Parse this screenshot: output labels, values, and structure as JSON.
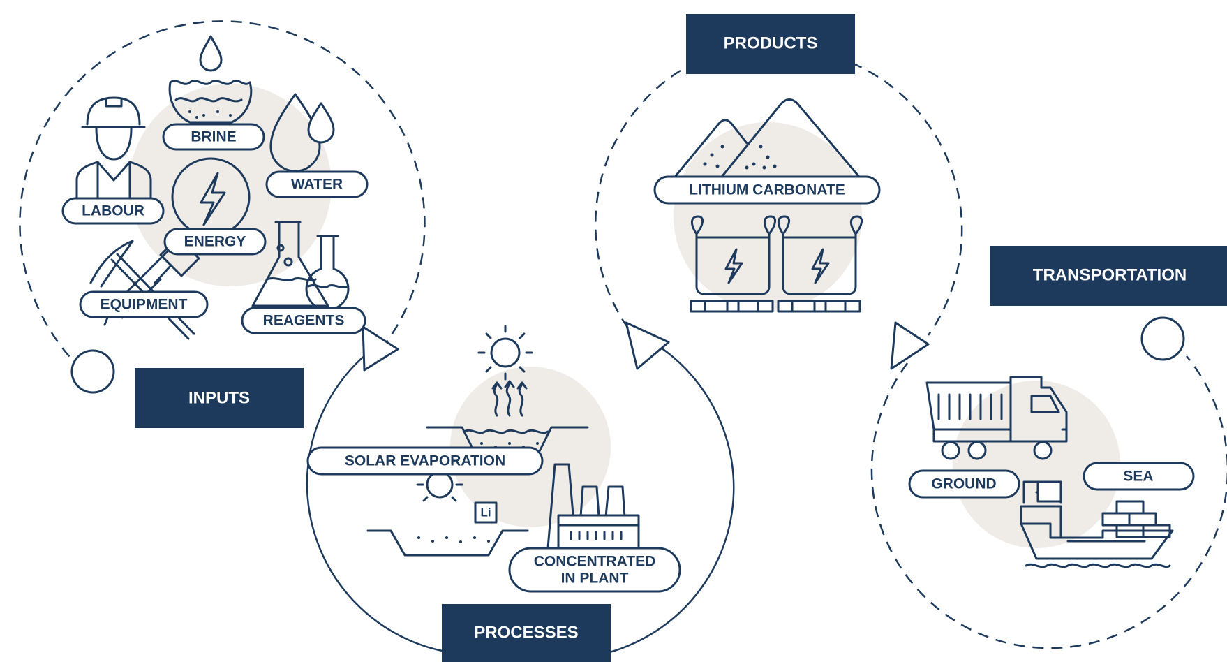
{
  "colors": {
    "navy": "#1d3a5c",
    "beige": "#efebe7",
    "background": "#ffffff"
  },
  "stages": {
    "inputs": "INPUTS",
    "processes": "PROCESSES",
    "products": "PRODUCTS",
    "transportation": "TRANSPORTATION"
  },
  "inputs": {
    "brine": "BRINE",
    "water": "WATER",
    "labour": "LABOUR",
    "energy": "ENERGY",
    "equipment": "EQUIPMENT",
    "reagents": "REAGENTS"
  },
  "processes": {
    "solar_evaporation": "SOLAR EVAPORATION",
    "concentrated_line1": "CONCENTRATED",
    "concentrated_line2": "IN PLANT",
    "li_symbol": "Li"
  },
  "products": {
    "lithium_carbonate": "LITHIUM CARBONATE"
  },
  "transportation": {
    "ground": "GROUND",
    "sea": "SEA"
  },
  "icons": [
    "water-drop-icon",
    "brine-pool-icon",
    "worker-icon",
    "energy-icon",
    "pickaxe-icon",
    "drill-icon",
    "flask-icon",
    "sun-icon",
    "evaporation-pond-icon",
    "factory-icon",
    "powder-pile-icon",
    "bulk-bag-icon",
    "pallet-icon",
    "dump-truck-icon",
    "cargo-ship-icon",
    "arrow-head-icon"
  ]
}
